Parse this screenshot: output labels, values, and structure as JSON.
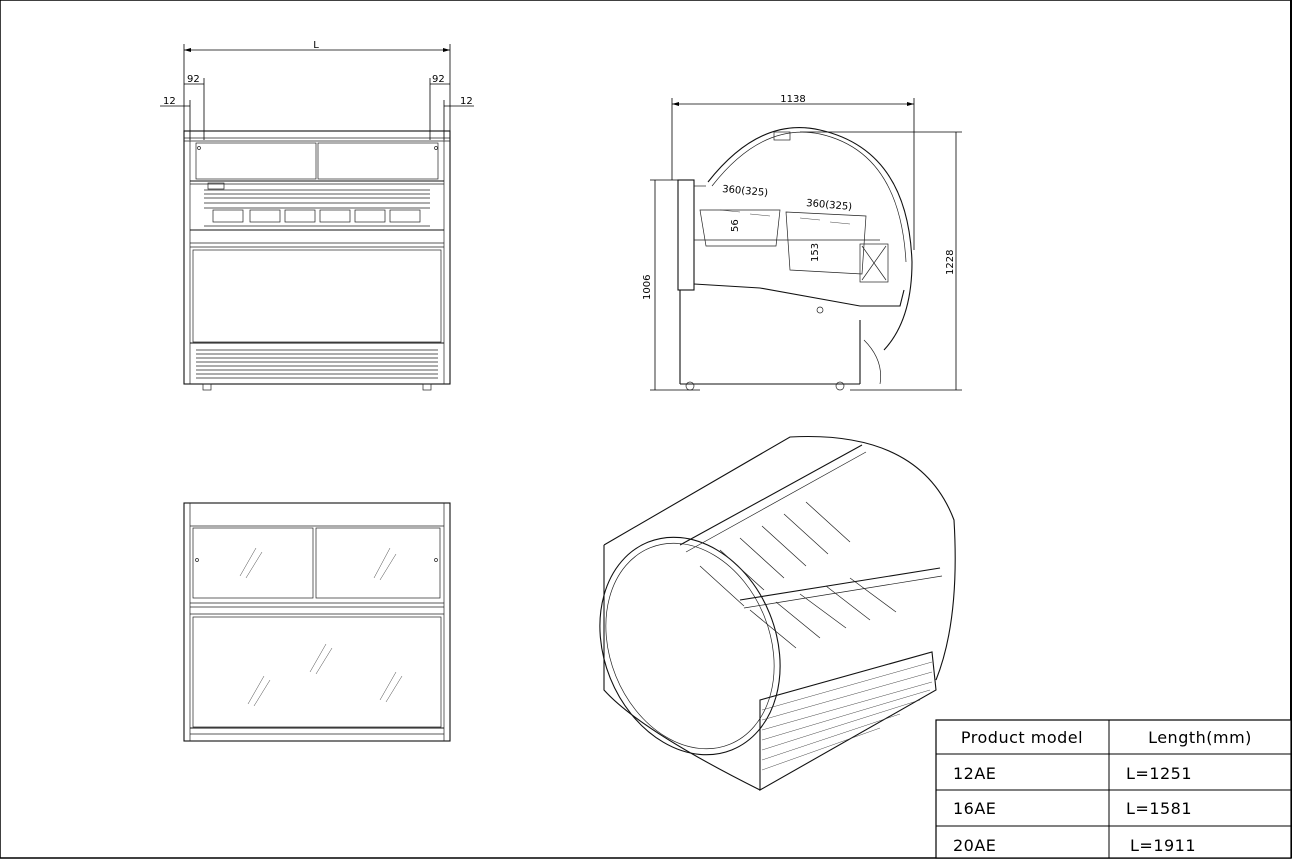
{
  "front_view": {
    "dim_overall": "L",
    "dim_left_inset": "92",
    "dim_right_inset": "92",
    "dim_left_margin": "12",
    "dim_right_margin": "12"
  },
  "side_view": {
    "dim_depth": "1138",
    "dim_height_counter": "1006",
    "dim_height_total": "1228",
    "pan_size_left": "360(325)",
    "pan_size_right": "360(325)",
    "pan_depth_left": "56",
    "pan_depth_right": "153"
  },
  "model_table": {
    "header_model": "Product model",
    "header_length": "Length(mm)",
    "rows": [
      {
        "model": "12AE",
        "length": "L=1251"
      },
      {
        "model": "16AE",
        "length": "L=1581"
      },
      {
        "model": "20AE",
        "length": "L=1911"
      }
    ]
  }
}
